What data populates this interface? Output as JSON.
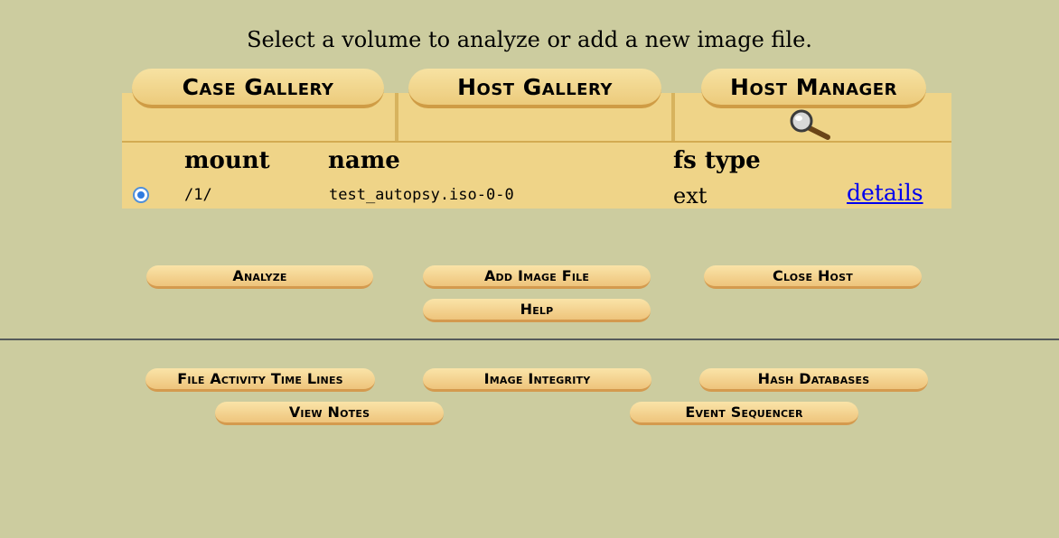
{
  "instruction": "Select a volume to analyze or add a new image file.",
  "tabs": [
    {
      "label": "Case Gallery"
    },
    {
      "label": "Host Gallery"
    },
    {
      "label": "Host Manager"
    }
  ],
  "volumes": {
    "headers": {
      "mount": "mount",
      "name": "name",
      "fstype": "fs type"
    },
    "rows": [
      {
        "selected": true,
        "mount": "/1/",
        "name": "test_autopsy.iso-0-0",
        "fstype": "ext",
        "details_link": "details"
      }
    ]
  },
  "actions": {
    "analyze": "Analyze",
    "add_image": "Add Image File",
    "close_host": "Close Host",
    "help": "Help"
  },
  "tools": {
    "timeline": "File Activity Time Lines",
    "integrity": "Image Integrity",
    "hash_db": "Hash Databases",
    "notes": "View Notes",
    "sequencer": "Event Sequencer"
  },
  "colors": {
    "background": "#cccc9f",
    "tab_fill": "#efd488",
    "button_fill": "#f2cf85",
    "link": "#0000ee"
  },
  "icons": {
    "active_tab_marker": "magnifier-icon"
  }
}
